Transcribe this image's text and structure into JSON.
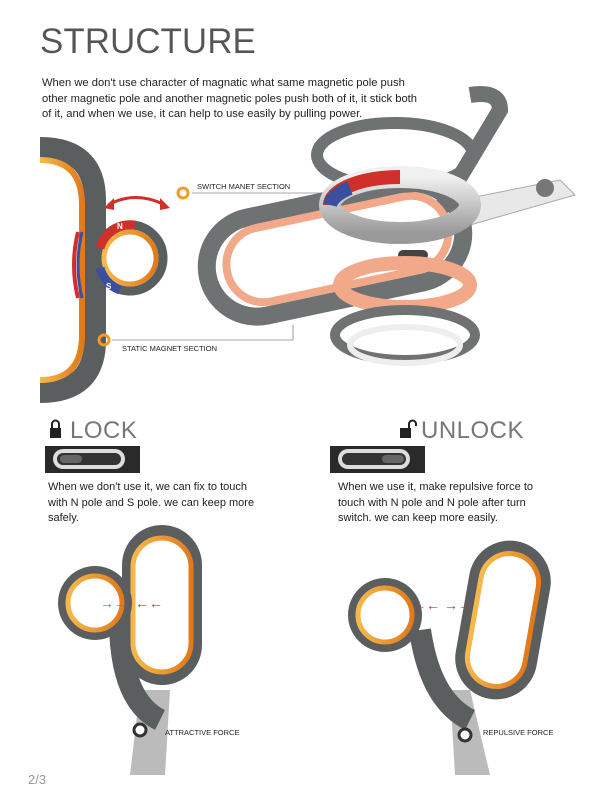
{
  "title": "STRUCTURE",
  "intro": "When we don't use character of magnatic what same magnetic pole push other magnetic pole and another magnetic poles push both of it, it stick both of it, and  when we use, it can help to use easily by pulling power.",
  "labels": {
    "switch": "SWITCH MANET SECTION",
    "static": "STATIC MAGNET SECTION",
    "n": "N",
    "s": "S"
  },
  "lock": {
    "heading": "LOCK",
    "desc": "When we don't use it, we can fix to touch with N pole and S pole. we can keep more safely.",
    "force": "ATTRACTIVE FORCE"
  },
  "unlock": {
    "heading": "UNLOCK",
    "desc": "When we use it, make repulsive force to touch with N pole and N pole after turn switch. we can keep more easily.",
    "force": "REPULSIVE FORCE"
  },
  "page_number": "2/3",
  "colors": {
    "orange": "#f39a2a",
    "red": "#d0302a",
    "blue": "#3a4fa0",
    "gray": "#5a5e5e"
  }
}
